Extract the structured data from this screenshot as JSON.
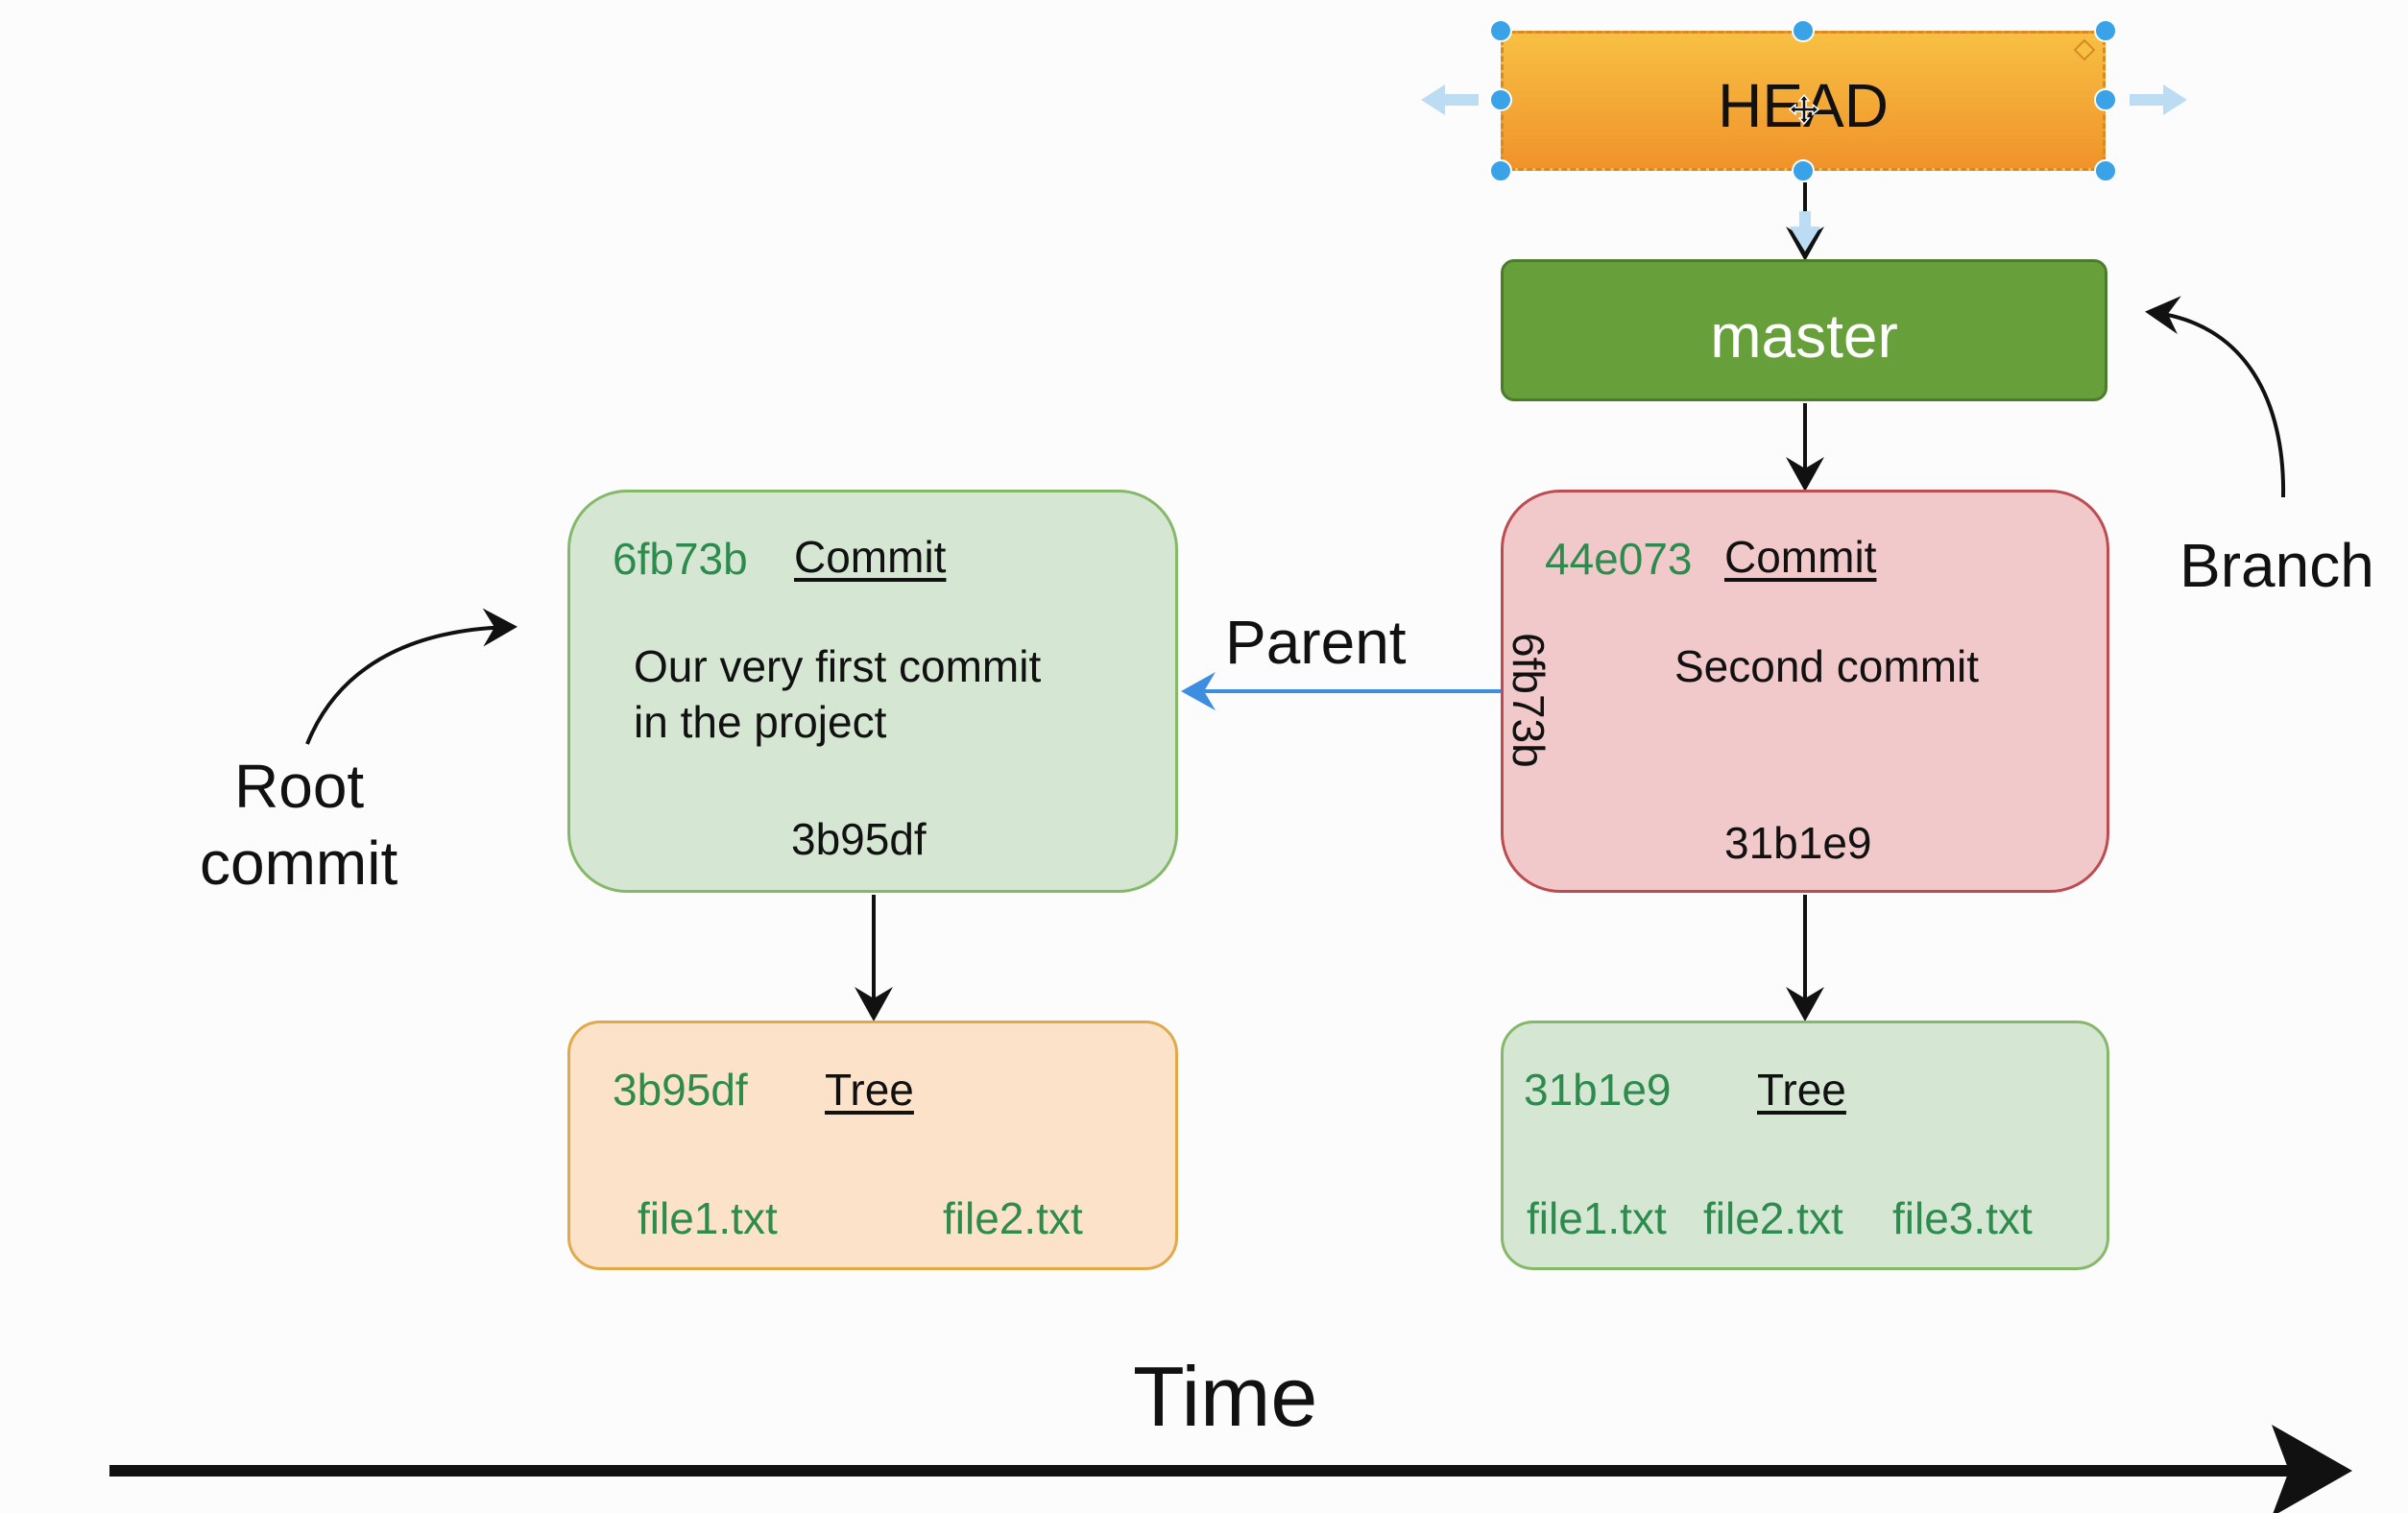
{
  "head": {
    "label": "HEAD"
  },
  "master": {
    "label": "master"
  },
  "branch_label": "Branch",
  "parent_label": "Parent",
  "root_commit_label": [
    "Root",
    "commit"
  ],
  "time_label": "Time",
  "commit1": {
    "hash": "6fb73b",
    "type": "Commit",
    "message": [
      "Our very first commit",
      "in the project"
    ],
    "tree_ref": "3b95df"
  },
  "commit2": {
    "hash": "44e073",
    "type": "Commit",
    "parent_ref": "6fb73b",
    "message": "Second commit",
    "tree_ref": "31b1e9"
  },
  "tree1": {
    "hash": "3b95df",
    "type": "Tree",
    "files": [
      "file1.txt",
      "file2.txt"
    ]
  },
  "tree2": {
    "hash": "31b1e9",
    "type": "Tree",
    "files": [
      "file1.txt",
      "file2.txt",
      "file3.txt"
    ]
  },
  "colors": {
    "head_fill": "#f4a533",
    "master_fill": "#67a03a",
    "commit1_fill": "#d5e7d3",
    "commit2_fill": "#f2c9cb",
    "tree1_fill": "#fbe2c9",
    "tree2_fill": "#d5e7d3",
    "hash_text": "#2e8b4e",
    "parent_arrow": "#3d8de0",
    "selection_handle": "#3aa3e8"
  }
}
